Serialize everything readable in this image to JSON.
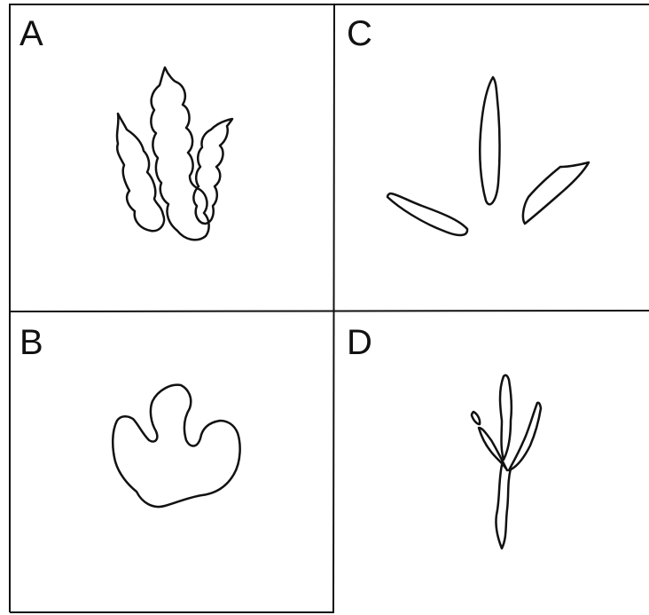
{
  "panels": [
    {
      "id": "A",
      "label": "A",
      "print": "three-toed-lobed-track"
    },
    {
      "id": "B",
      "label": "B",
      "print": "rounded-lobed-track"
    },
    {
      "id": "C",
      "label": "C",
      "print": "three-slender-toe-track"
    },
    {
      "id": "D",
      "label": "D",
      "print": "bird-foot-track"
    }
  ],
  "colors": {
    "background": "#ffffff",
    "ink": "#111111"
  }
}
